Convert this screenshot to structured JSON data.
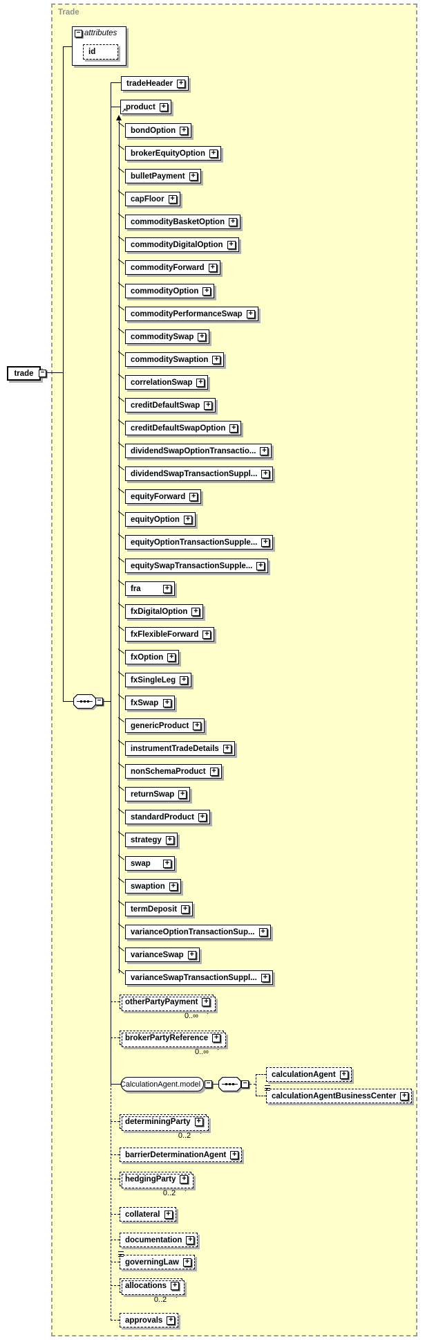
{
  "colors": {
    "container_bg": "#ffffcc",
    "container_border": "#9c9c9c",
    "container_label_gray": "#8f8f8f",
    "box_bg": "#ffffff",
    "box_border": "#000000",
    "shadow_gray": "#b0b0b0"
  },
  "icons": {
    "plus": "+",
    "minus": "−",
    "substitution_head": "↗"
  },
  "diagram": {
    "container_label": "Trade",
    "root": {
      "label": "trade"
    },
    "attributes_group": {
      "label": "attributes",
      "attributes": [
        {
          "label": "id"
        }
      ]
    },
    "compositor": "sequence",
    "children_top": [
      {
        "label": "tradeHeader"
      },
      {
        "label": "product"
      }
    ],
    "product_substitutes": [
      {
        "label": "bondOption"
      },
      {
        "label": "brokerEquityOption"
      },
      {
        "label": "bulletPayment"
      },
      {
        "label": "capFloor"
      },
      {
        "label": "commodityBasketOption"
      },
      {
        "label": "commodityDigitalOption"
      },
      {
        "label": "commodityForward"
      },
      {
        "label": "commodityOption"
      },
      {
        "label": "commodityPerformanceSwap"
      },
      {
        "label": "commoditySwap"
      },
      {
        "label": "commoditySwaption"
      },
      {
        "label": "correlationSwap"
      },
      {
        "label": "creditDefaultSwap"
      },
      {
        "label": "creditDefaultSwapOption"
      },
      {
        "label": "dividendSwapOptionTransactio..."
      },
      {
        "label": "dividendSwapTransactionSuppl..."
      },
      {
        "label": "equityForward"
      },
      {
        "label": "equityOption"
      },
      {
        "label": "equityOptionTransactionSupple..."
      },
      {
        "label": "equitySwapTransactionSupple..."
      },
      {
        "label": "fra"
      },
      {
        "label": "fxDigitalOption"
      },
      {
        "label": "fxFlexibleForward"
      },
      {
        "label": "fxOption"
      },
      {
        "label": "fxSingleLeg"
      },
      {
        "label": "fxSwap"
      },
      {
        "label": "genericProduct"
      },
      {
        "label": "instrumentTradeDetails"
      },
      {
        "label": "nonSchemaProduct"
      },
      {
        "label": "returnSwap"
      },
      {
        "label": "standardProduct"
      },
      {
        "label": "strategy"
      },
      {
        "label": "swap"
      },
      {
        "label": "swaption"
      },
      {
        "label": "termDeposit"
      },
      {
        "label": "varianceOptionTransactionSup..."
      },
      {
        "label": "varianceSwap"
      },
      {
        "label": "varianceSwapTransactionSuppl..."
      }
    ],
    "children_bottom": [
      {
        "label": "otherPartyPayment",
        "kind": "stacked",
        "occurs": "0..∞"
      },
      {
        "label": "brokerPartyReference",
        "kind": "stacked",
        "occurs": "0..∞"
      },
      {
        "label": "CalculationAgent.model",
        "kind": "model-group",
        "children": [
          {
            "label": "calculationAgent",
            "kind": "dashed"
          },
          {
            "label": "calculationAgentBusinessCenter",
            "kind": "dashed-multi"
          }
        ]
      },
      {
        "label": "determiningParty",
        "kind": "stacked",
        "occurs": "0..2"
      },
      {
        "label": "barrierDeterminationAgent",
        "kind": "dashed"
      },
      {
        "label": "hedgingParty",
        "kind": "stacked",
        "occurs": "0..2"
      },
      {
        "label": "collateral",
        "kind": "dashed"
      },
      {
        "label": "documentation",
        "kind": "dashed"
      },
      {
        "label": "governingLaw",
        "kind": "dashed-multi"
      },
      {
        "label": "allocations",
        "kind": "stacked",
        "occurs": "0..2"
      },
      {
        "label": "approvals",
        "kind": "dashed"
      }
    ]
  }
}
